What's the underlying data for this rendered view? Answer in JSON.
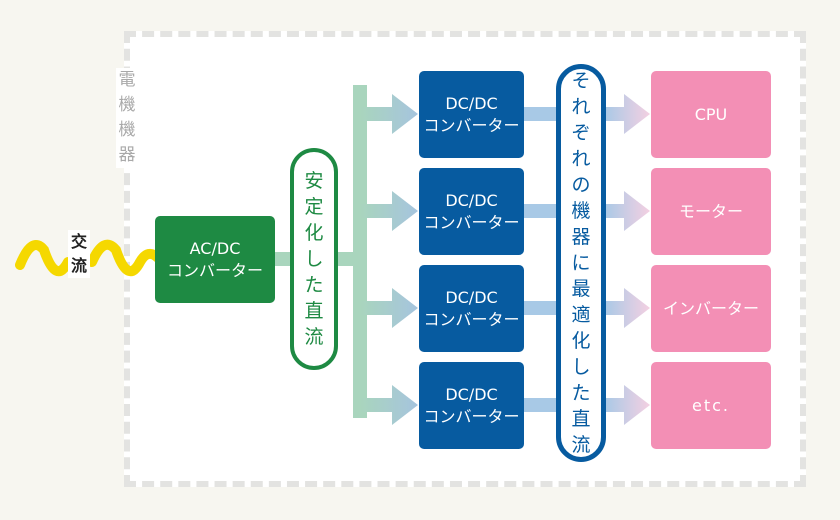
{
  "device_group": {
    "label_chars": [
      "電",
      "機",
      "機",
      "器"
    ]
  },
  "ac_input": {
    "label_chars": [
      "交",
      "流"
    ],
    "wave_color": "#f5d800"
  },
  "acdc_converter": {
    "line1": "AC/DC",
    "line2": "コンバーター",
    "color": "#1e8a43"
  },
  "stabilized_dc": {
    "label_chars": [
      "安",
      "定",
      "化",
      "し",
      "た",
      "直",
      "流"
    ],
    "color": "#1e8a43"
  },
  "dcdc_converters": [
    {
      "line1": "DC/DC",
      "line2": "コンバーター"
    },
    {
      "line1": "DC/DC",
      "line2": "コンバーター"
    },
    {
      "line1": "DC/DC",
      "line2": "コンバーター"
    },
    {
      "line1": "DC/DC",
      "line2": "コンバーター"
    }
  ],
  "dcdc_color": "#075ba0",
  "optimized_dc": {
    "label_chars": [
      "そ",
      "れ",
      "ぞ",
      "れ",
      "の",
      "機",
      "器",
      "に",
      "最",
      "適",
      "化",
      "し",
      "た",
      "直",
      "流"
    ],
    "color": "#075ba0"
  },
  "devices": [
    {
      "label": "CPU"
    },
    {
      "label": "モーター"
    },
    {
      "label": "インバーター"
    },
    {
      "label": "etc."
    }
  ],
  "device_color": "#f38fb5"
}
